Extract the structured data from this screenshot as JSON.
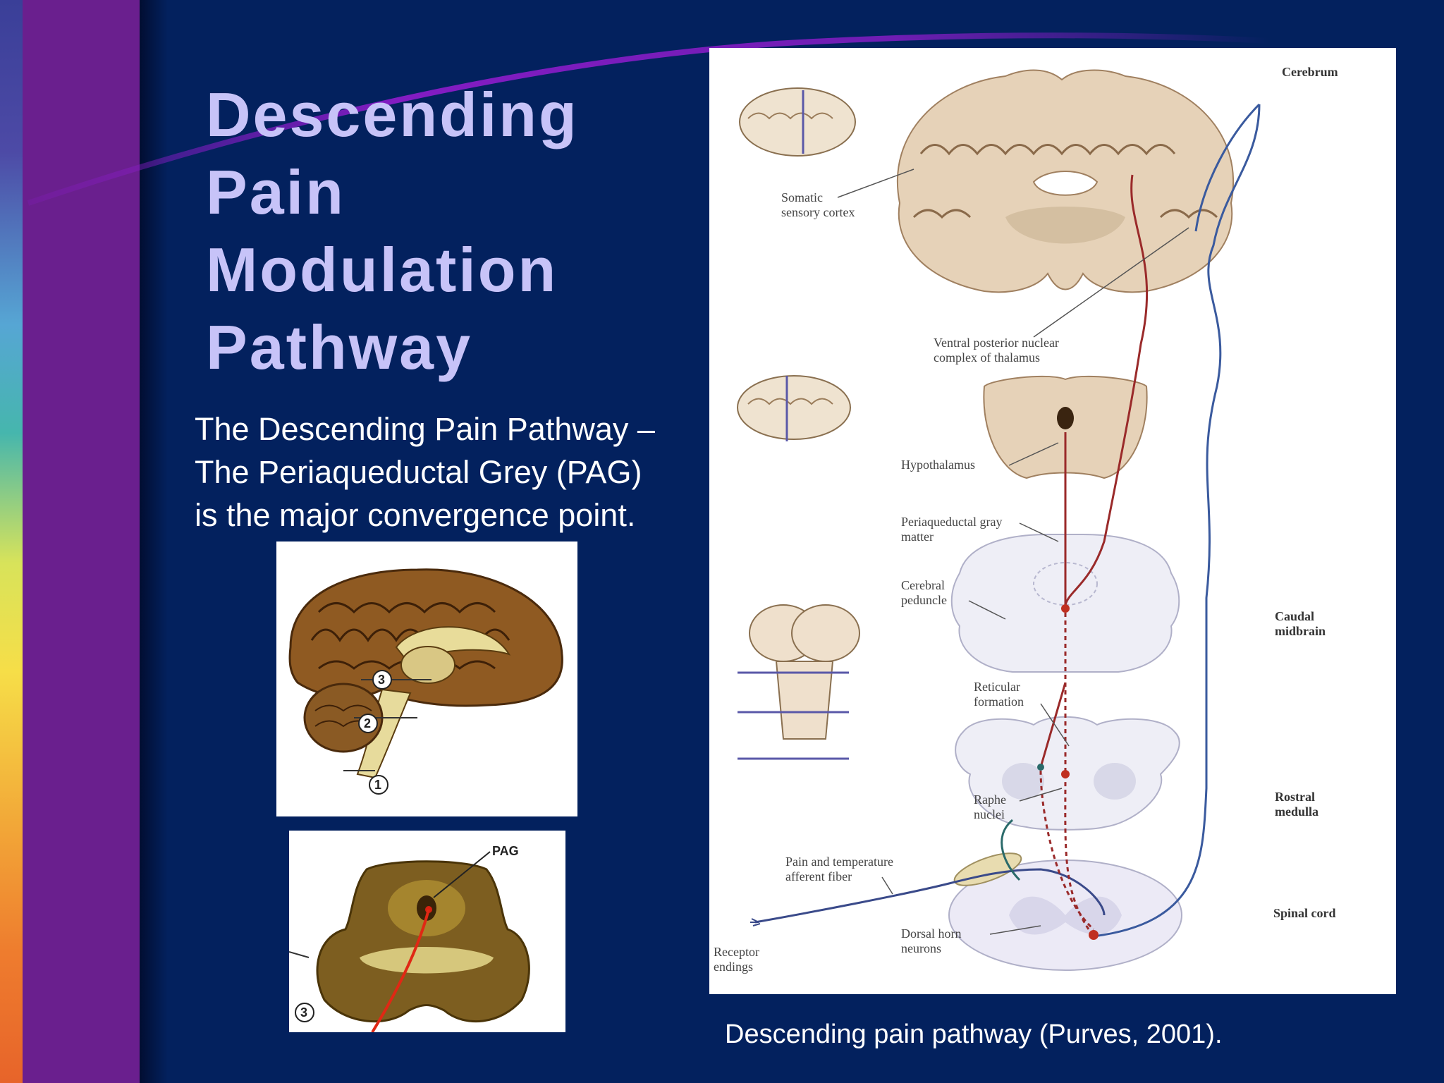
{
  "slide": {
    "title_lines": [
      "Descending",
      "Pain",
      "Modulation",
      "Pathway"
    ],
    "body_lines": [
      "The Descending Pain Pathway –",
      "The Periaqueductal Grey (PAG)",
      "is the major convergence point."
    ],
    "caption": "Descending pain pathway (Purves, 2001).",
    "colors": {
      "background": "#03215e",
      "band": "#6a1f8e",
      "title": "#c7c3f8",
      "text": "#ffffff"
    }
  },
  "figure_sagittal": {
    "markers": [
      "3",
      "2",
      "1"
    ]
  },
  "figure_midbrain": {
    "pag_label": "PAG",
    "marker": "3"
  },
  "figure_main": {
    "labels": {
      "cerebrum": "Cerebrum",
      "somatic_1": "Somatic",
      "somatic_2": "sensory cortex",
      "ventral_1": "Ventral posterior nuclear",
      "ventral_2": "complex of thalamus",
      "hypothalamus": "Hypothalamus",
      "pag_1": "Periaqueductal gray",
      "pag_2": "matter",
      "peduncle_1": "Cerebral",
      "peduncle_2": "peduncle",
      "caudal_1": "Caudal",
      "caudal_2": "midbrain",
      "reticular_1": "Reticular",
      "reticular_2": "formation",
      "raphe_1": "Raphe",
      "raphe_2": "nuclei",
      "rostral_1": "Rostral",
      "rostral_2": "medulla",
      "pain_1": "Pain and temperature",
      "pain_2": "afferent fiber",
      "dorsal_1": "Dorsal horn",
      "dorsal_2": "neurons",
      "receptor_1": "Receptor",
      "receptor_2": "endings",
      "spinal": "Spinal cord"
    }
  }
}
